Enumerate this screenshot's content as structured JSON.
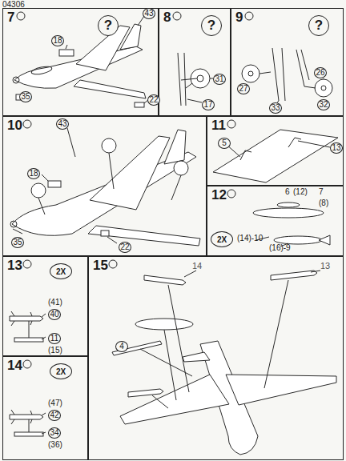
{
  "diagram": {
    "nodes": [
      {
        "text": [
          "7"
        ]
      },
      {
        "text": [
          "?"
        ],
        "in": 0
      },
      {
        "text": [
          "8"
        ]
      },
      {
        "text": [
          "?"
        ],
        "in": 2
      },
      {
        "text": [
          "9"
        ]
      },
      {
        "text": [
          "?"
        ],
        "in": 4
      },
      {
        "text": [
          "10"
        ]
      },
      {
        "text": [
          "11"
        ]
      },
      {
        "text": [
          "12"
        ]
      },
      {
        "text": [
          "2X"
        ],
        "in": 8
      },
      {
        "text": [
          "13"
        ]
      },
      {
        "text": [
          "2X"
        ],
        "in": 10
      },
      {
        "text": [
          "14"
        ]
      },
      {
        "text": [
          "2X"
        ],
        "in": 12
      },
      {
        "text": [
          "15"
        ]
      }
    ],
    "labels": [
      "04306",
      "43",
      "18",
      "35",
      "22",
      "31",
      "17",
      "27",
      "26",
      "33",
      "32",
      "43",
      "18",
      "35",
      "22",
      "5",
      "13",
      "6",
      "(12)",
      "7",
      "(8)",
      "(14)-10",
      "(16)-9",
      "(41)",
      "40",
      "11",
      "(15)",
      "(47)",
      "42",
      "34",
      "(36)",
      "14",
      "13",
      "4"
    ]
  }
}
